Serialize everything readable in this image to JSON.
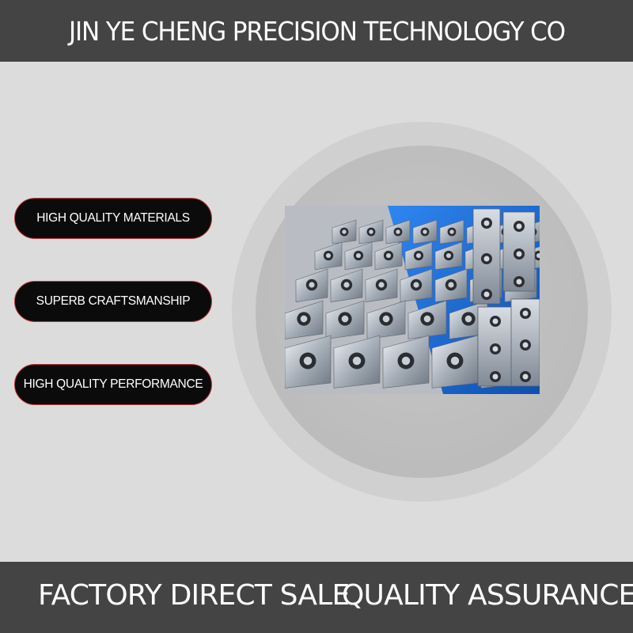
{
  "header": {
    "title": "JIN YE CHENG PRECISION TECHNOLOGY CO"
  },
  "features": [
    {
      "label": "HIGH QUALITY MATERIALS"
    },
    {
      "label": "SUPERB CRAFTSMANSHIP"
    },
    {
      "label": "HIGH QUALITY PERFORMANCE"
    }
  ],
  "footer": {
    "left": "FACTORY DIRECT SALE",
    "right": "QUALITY ASSURANCE"
  },
  "colors": {
    "banner": "#444444",
    "background": "#dcdcdc",
    "pill": "#0b0b0b",
    "pill_border": "#c2343a",
    "tray_blue": "#1f6fd6"
  }
}
